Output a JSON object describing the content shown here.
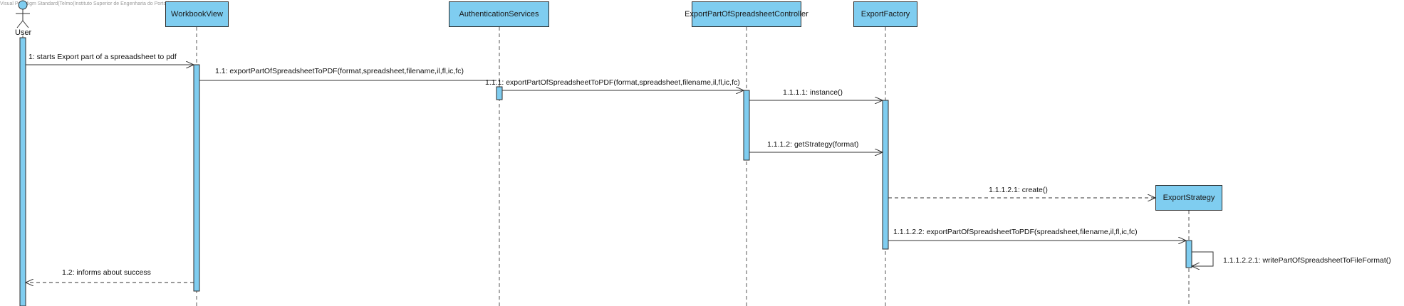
{
  "watermark": "Visual Paradigm Standard(Telmo(Instituto Superior de Engenharia do Porto))",
  "actor": {
    "label": "User"
  },
  "participants": [
    {
      "id": "workbookview",
      "label": "WorkbookView"
    },
    {
      "id": "authservices",
      "label": "AuthenticationServices"
    },
    {
      "id": "controller",
      "label": "ExportPartOfSpreadsheetController"
    },
    {
      "id": "factory",
      "label": "ExportFactory"
    },
    {
      "id": "strategy",
      "label": "ExportStrategy"
    }
  ],
  "messages": [
    {
      "id": "m1",
      "label": "1: starts Export part of a spreaadsheet to pdf",
      "style": "sync"
    },
    {
      "id": "m1_1",
      "label": "1.1: exportPartOfSpreadsheetToPDF(format,spreadsheet,filename,il,fl,ic,fc)",
      "style": "sync"
    },
    {
      "id": "m1_1_1",
      "label": "1.1.1: exportPartOfSpreadsheetToPDF(format,spreadsheet,filename,il,fl,ic,fc)",
      "style": "sync"
    },
    {
      "id": "m1_1_1_1",
      "label": "1.1.1.1: instance()",
      "style": "sync"
    },
    {
      "id": "m1_1_1_2",
      "label": "1.1.1.2: getStrategy(format)",
      "style": "sync"
    },
    {
      "id": "m1_1_1_2_1",
      "label": "1.1.1.2.1: create()",
      "style": "create"
    },
    {
      "id": "m1_1_1_2_2",
      "label": "1.1.1.2.2: exportPartOfSpreadsheetToPDF(spreadsheet,filename,il,fl,ic,fc)",
      "style": "sync"
    },
    {
      "id": "m1_1_1_2_2_1",
      "label": "1.1.1.2.2.1: writePartOfSpreadsheetToFileFormat()",
      "style": "self"
    },
    {
      "id": "m1_2",
      "label": "1.2: informs about success",
      "style": "return"
    }
  ],
  "colors": {
    "box": "#7fcdf0",
    "activation": "#7fcdf0",
    "border": "#2b2b2b",
    "line": "#333333"
  }
}
